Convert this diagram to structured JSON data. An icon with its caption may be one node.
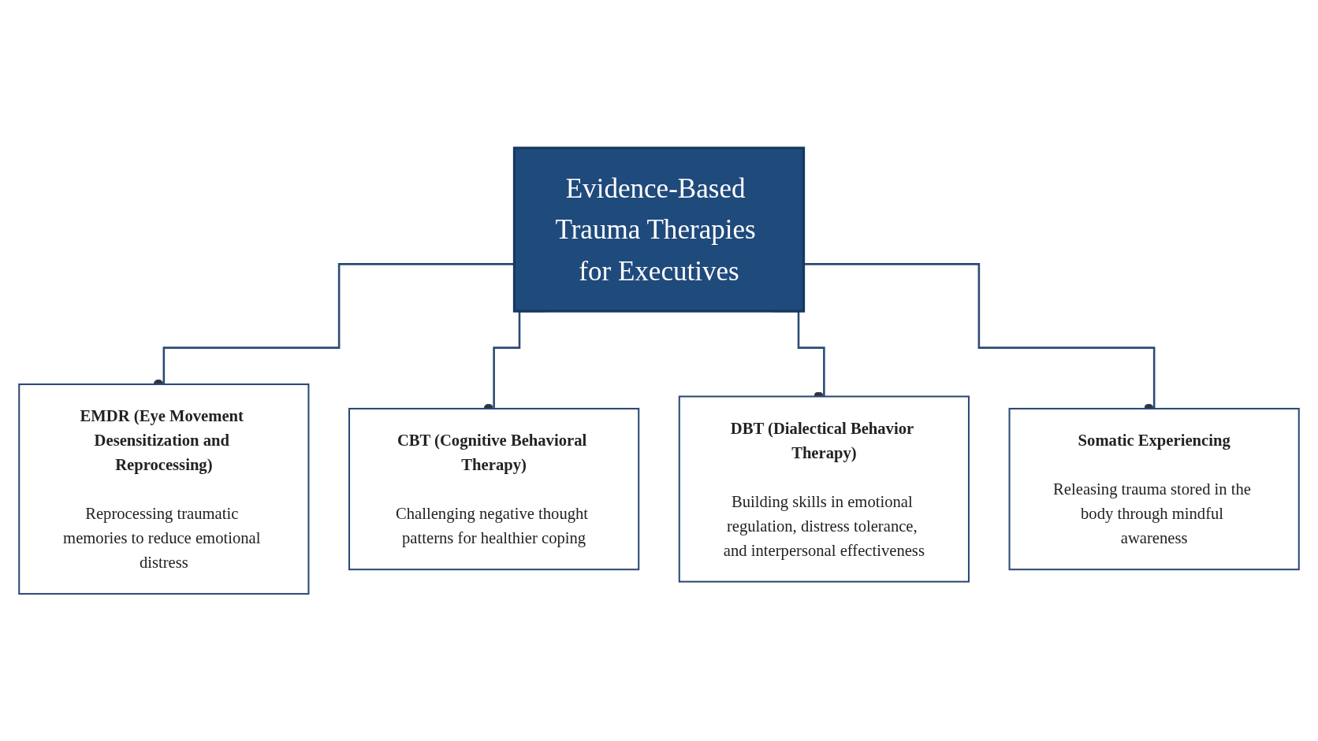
{
  "diagram": {
    "nodes": [
      {
        "text": [
          "Evidence-Based Trauma Therapies for Executives"
        ]
      },
      {
        "text": [
          "EMDR (Eye Movement Desensitization and Reprocessing)",
          "Reprocessing traumatic memories to reduce emotional distress"
        ]
      },
      {
        "text": [
          "CBT (Cognitive Behavioral Therapy)",
          "Challenging negative thought patterns for healthier coping"
        ]
      },
      {
        "text": [
          "DBT (Dialectical Behavior Therapy)",
          "Building skills in emotional regulation, distress tolerance, and interpersonal effectiveness"
        ]
      },
      {
        "text": [
          "Somatic Experiencing",
          "Releasing trauma stored in the body through mindful awareness"
        ]
      }
    ],
    "edges": [
      {
        "from": 0,
        "to": 1,
        "arrow": "other"
      },
      {
        "from": 0,
        "to": 2,
        "arrow": "other"
      },
      {
        "from": 0,
        "to": 3,
        "arrow": "other"
      },
      {
        "from": 0,
        "to": 4,
        "arrow": "other"
      }
    ]
  }
}
